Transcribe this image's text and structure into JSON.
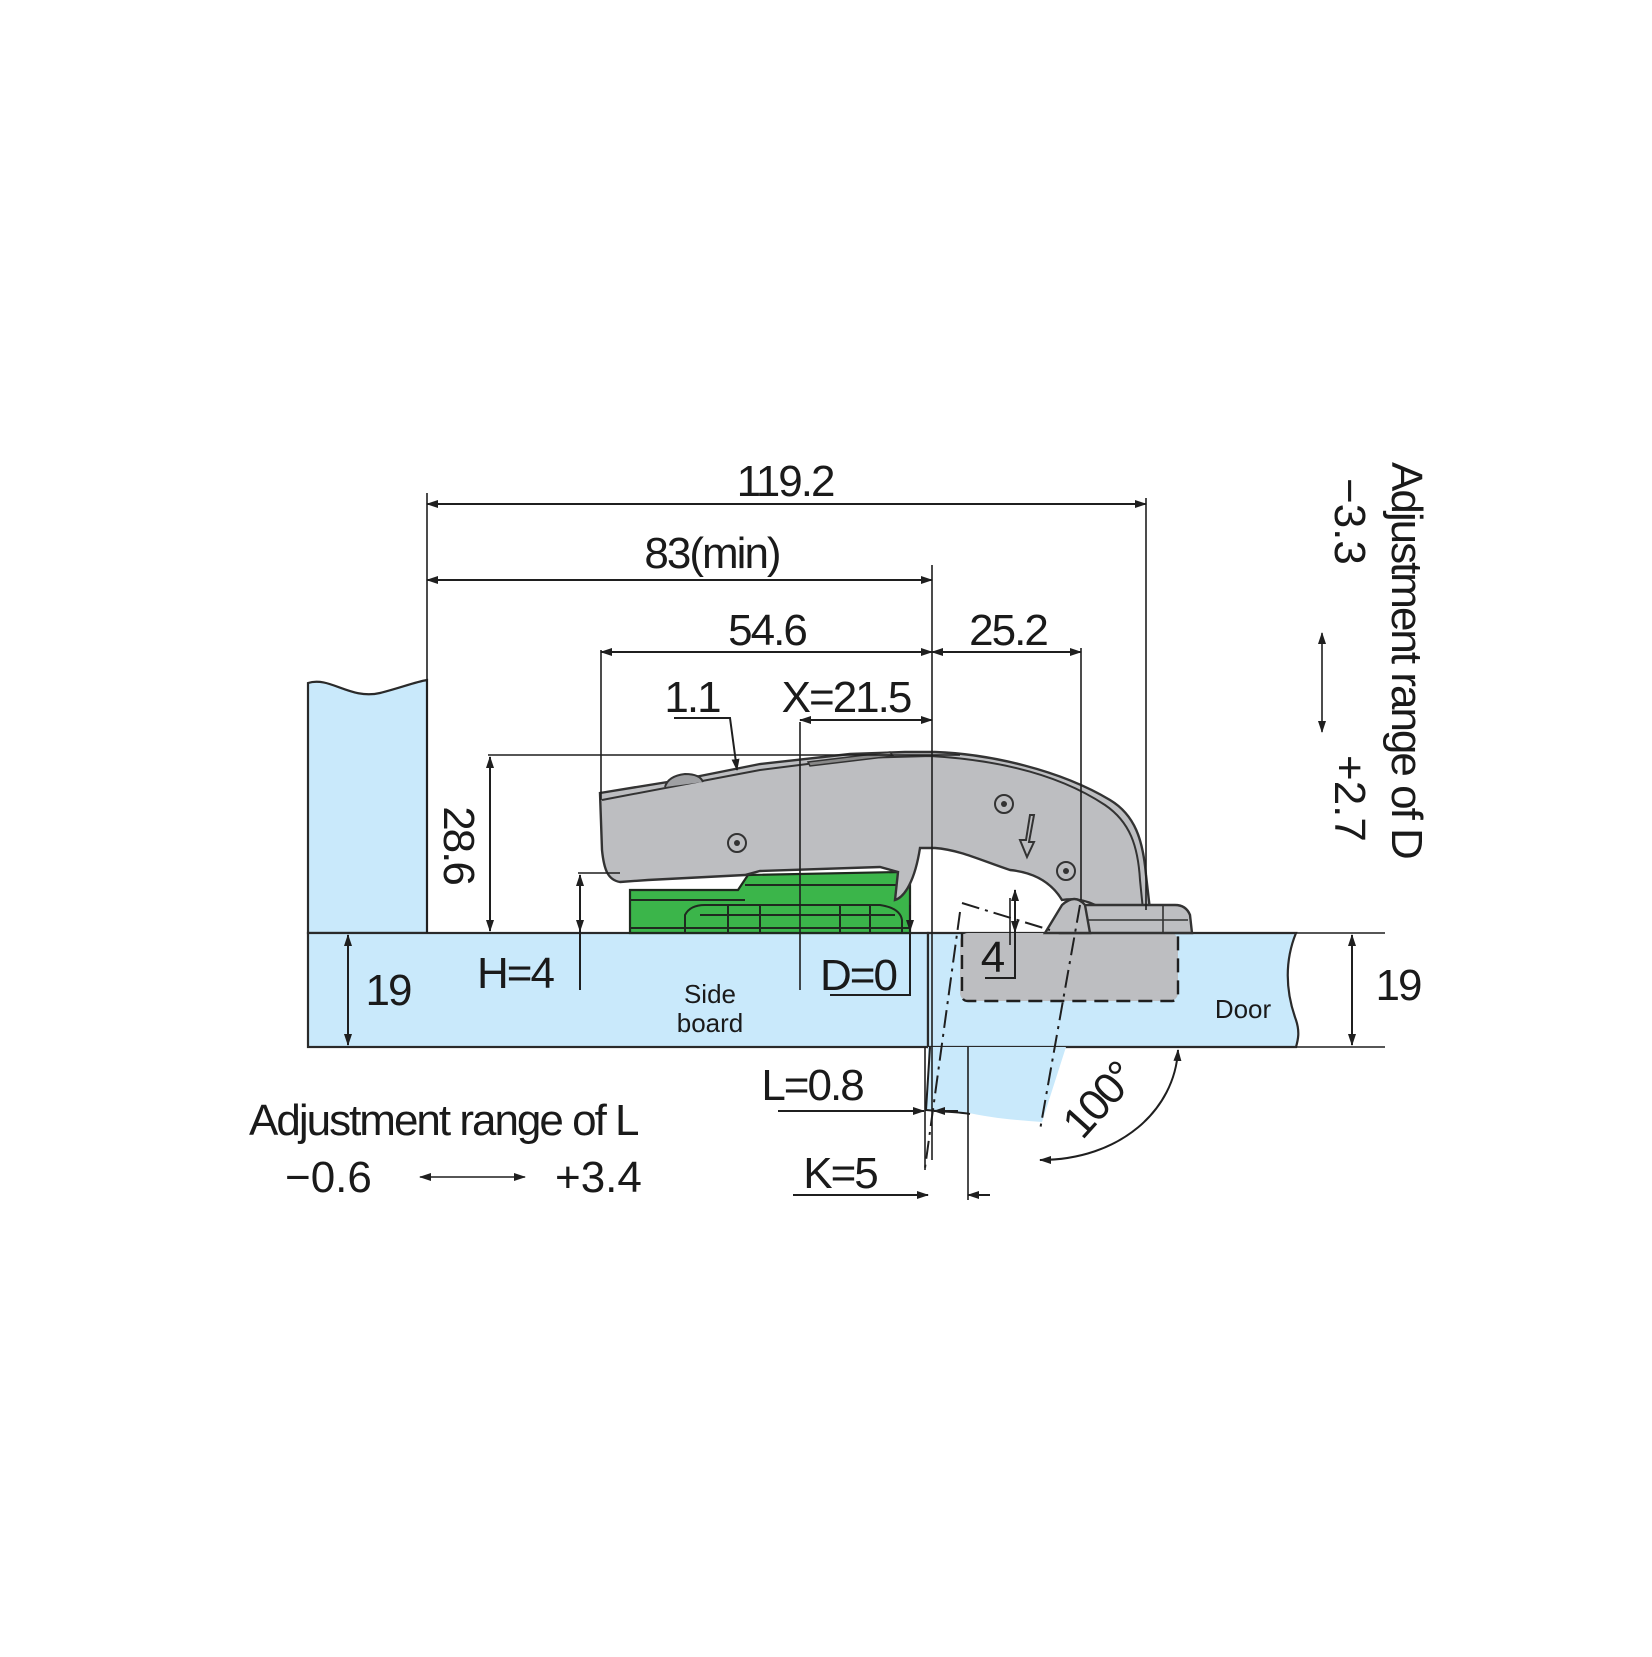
{
  "colors": {
    "wood": "#c9e9fb",
    "metal": "#bdbec1",
    "plate": "#3bb54a",
    "line": "#1f1f1f"
  },
  "dimensions": {
    "overall_length": "119.2",
    "min_length": "83(min)",
    "plate_length": "54.6",
    "arm_offset": "25.2",
    "small_offset": "1.1",
    "x_value": "X=21.5",
    "height": "28.6",
    "h_value": "H=4",
    "d_value": "D=0",
    "cup_depth": "4",
    "board_thickness_left": "19",
    "board_thickness_right": "19",
    "l_value": "L=0.8",
    "k_value": "K=5",
    "opening_angle": "100°"
  },
  "labels": {
    "side_board_line1": "Side",
    "side_board_line2": "board",
    "door": "Door"
  },
  "adjustment_l": {
    "title": "Adjustment range of L",
    "min": "−0.6",
    "max": "+3.4"
  },
  "adjustment_d": {
    "title": "Adjustment range of D",
    "min": "−3.3",
    "max": "+2.7"
  }
}
